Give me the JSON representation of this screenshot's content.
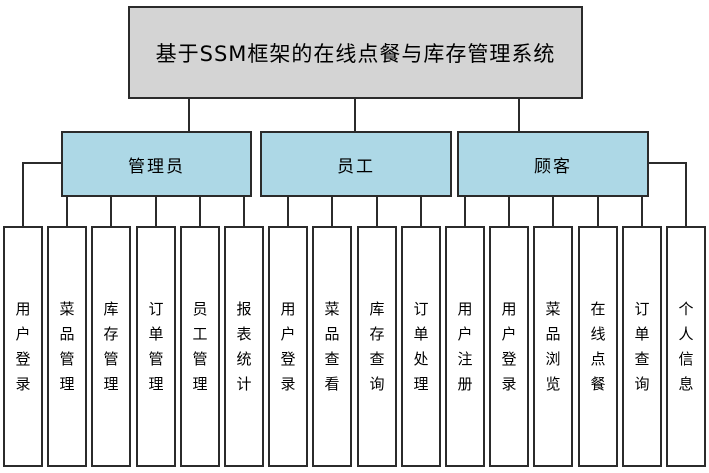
{
  "diagram": {
    "title": "基于SSM框架的在线点餐与库存管理系统",
    "colors": {
      "root_fill": "#d4d4d4",
      "branch_fill": "#add8e6",
      "leaf_fill": "#ffffff",
      "line": "#2b2b2b"
    },
    "branches": [
      {
        "label": "管理员",
        "children": [
          "用户登录",
          "菜品管理",
          "库存管理",
          "订单管理",
          "员工管理",
          "报表统计"
        ]
      },
      {
        "label": "员工",
        "children": [
          "用户登录",
          "菜品查看",
          "库存查询",
          "订单处理"
        ]
      },
      {
        "label": "顾客",
        "children": [
          "用户注册",
          "用户登录",
          "菜品浏览",
          "在线点餐",
          "订单查询",
          "个人信息"
        ]
      }
    ]
  }
}
